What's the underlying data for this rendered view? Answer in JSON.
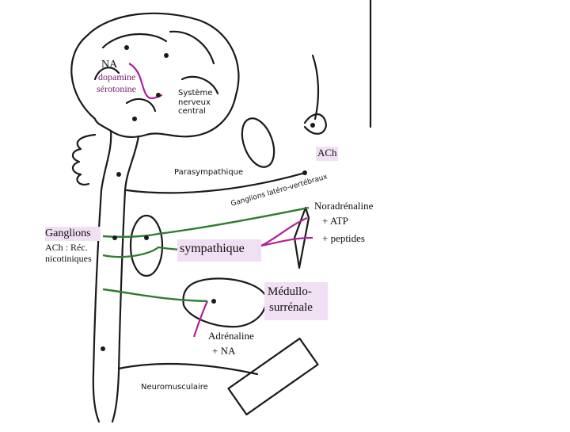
{
  "labels": {
    "na": "NA",
    "dopamine": "dopamine",
    "serotonine": "sérotonine",
    "systeme_nerveux_central": "Système nerveux central",
    "ach_top": "ACh",
    "parasympathique": "Parasympathique",
    "ganglions_latero_vertebraux": "Ganglions latéro-vertébraux",
    "ganglions": "Ganglions",
    "ach_rec_line1": "ACh : Réc.",
    "ach_rec_line2": "nicotiniques",
    "sympathique": "sympathique",
    "noradrenaline": "Noradrénaline",
    "plus_atp": "+ ATP",
    "plus_peptides": "+ peptides",
    "medullo_line1": "Médullo-",
    "medullo_line2": "surrénale",
    "adrenaline": "Adrénaline",
    "plus_na": "+ NA",
    "neuromusculaire": "Neuromusculaire"
  },
  "colors": {
    "line": "#1a1a1a",
    "sympathetic_green": "#2f7d2f",
    "noradrenergic_purple": "#b0209a",
    "highlight_box": "#f1dff3",
    "background": "#ffffff"
  }
}
